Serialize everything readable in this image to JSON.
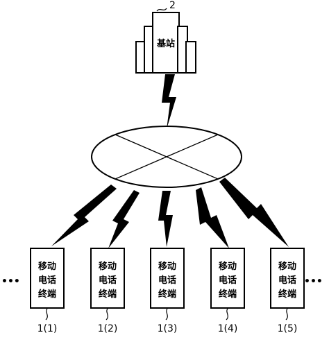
{
  "base_station": {
    "label": "基站",
    "ref": "2"
  },
  "terminals": [
    {
      "lines": [
        "移动",
        "电话",
        "终端"
      ],
      "ref": "1(1)"
    },
    {
      "lines": [
        "移动",
        "电话",
        "终端"
      ],
      "ref": "1(2)"
    },
    {
      "lines": [
        "移动",
        "电话",
        "终端"
      ],
      "ref": "1(3)"
    },
    {
      "lines": [
        "移动",
        "电话",
        "终端"
      ],
      "ref": "1(4)"
    },
    {
      "lines": [
        "移动",
        "电话",
        "终端"
      ],
      "ref": "1(5)"
    }
  ],
  "ellipsis_left": "•••",
  "ellipsis_right": "•••",
  "colors": {
    "line": "#000000",
    "fill": "#ffffff"
  }
}
